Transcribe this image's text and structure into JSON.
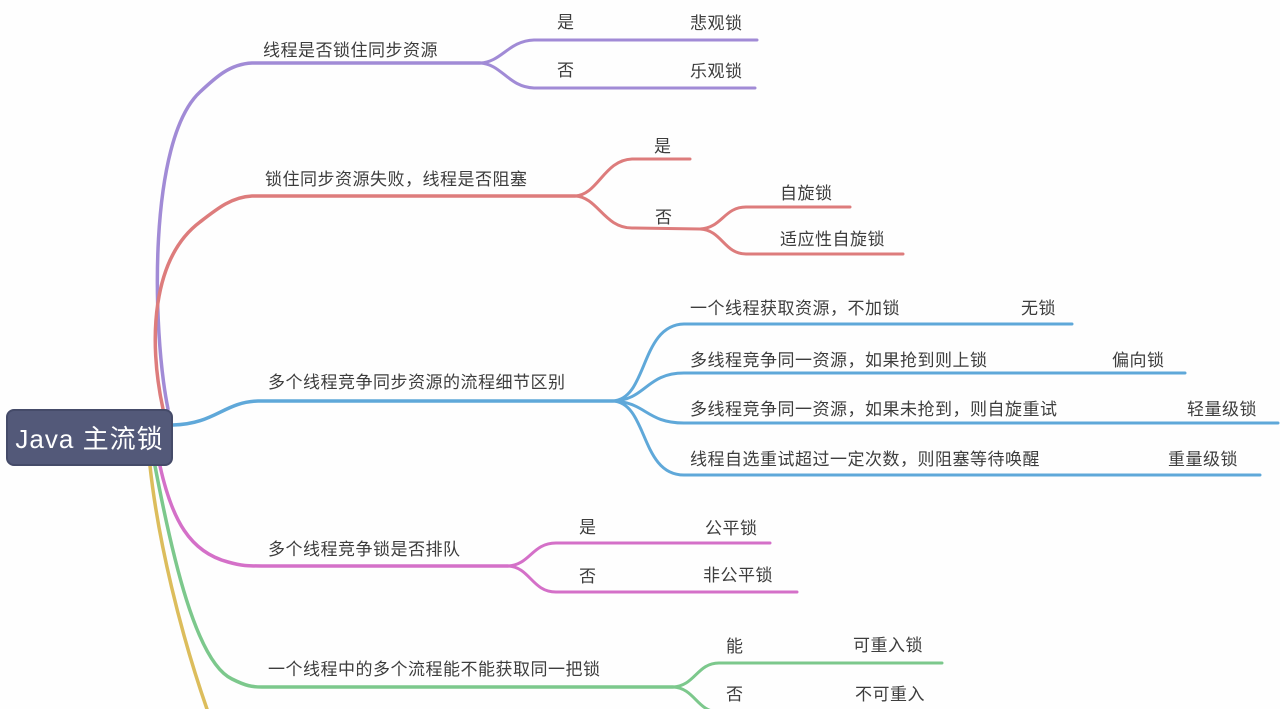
{
  "title": "Java 主流锁 mind map",
  "root": {
    "label": "Java 主流锁"
  },
  "colors": {
    "root_bg": "#535979",
    "root_border": "#454b69",
    "root_text": "#ffffff",
    "node_text": "#3d3d3d",
    "background": "#fefefe",
    "branch_purple": "#a18bd6",
    "branch_red": "#dd7c7c",
    "branch_blue": "#5fa8d9",
    "branch_magenta": "#d470c8",
    "branch_green": "#7cc88c",
    "branch_yellow": "#dcbd5c"
  },
  "branches": [
    {
      "id": "lock-sync-resource",
      "color": "#a18bd6",
      "label": "线程是否锁住同步资源",
      "children": [
        {
          "label": "是",
          "children": [
            {
              "label": "悲观锁"
            }
          ]
        },
        {
          "label": "否",
          "children": [
            {
              "label": "乐观锁"
            }
          ]
        }
      ]
    },
    {
      "id": "lock-fail-block",
      "color": "#dd7c7c",
      "label": "锁住同步资源失败，线程是否阻塞",
      "children": [
        {
          "label": "是",
          "children": []
        },
        {
          "label": "否",
          "children": [
            {
              "label": "自旋锁"
            },
            {
              "label": "适应性自旋锁"
            }
          ]
        }
      ]
    },
    {
      "id": "compete-flow-detail",
      "color": "#5fa8d9",
      "label": "多个线程竞争同步资源的流程细节区别",
      "children": [
        {
          "label": "一个线程获取资源，不加锁",
          "children": [
            {
              "label": "无锁"
            }
          ]
        },
        {
          "label": "多线程竞争同一资源，如果抢到则上锁",
          "children": [
            {
              "label": "偏向锁"
            }
          ]
        },
        {
          "label": "多线程竞争同一资源，如果未抢到，则自旋重试",
          "children": [
            {
              "label": "轻量级锁"
            }
          ]
        },
        {
          "label": "线程自选重试超过一定次数，则阻塞等待唤醒",
          "children": [
            {
              "label": "重量级锁"
            }
          ]
        }
      ]
    },
    {
      "id": "compete-queue",
      "color": "#d470c8",
      "label": "多个线程竞争锁是否排队",
      "children": [
        {
          "label": "是",
          "children": [
            {
              "label": "公平锁"
            }
          ]
        },
        {
          "label": "否",
          "children": [
            {
              "label": "非公平锁"
            }
          ]
        }
      ]
    },
    {
      "id": "reentrant",
      "color": "#7cc88c",
      "label": "一个线程中的多个流程能不能获取同一把锁",
      "children": [
        {
          "label": "能",
          "children": [
            {
              "label": "可重入锁"
            }
          ]
        },
        {
          "label": "否",
          "children": [
            {
              "label": "不可重入"
            }
          ]
        }
      ]
    },
    {
      "id": "offscreen-branch",
      "color": "#dcbd5c",
      "label": ""
    }
  ]
}
